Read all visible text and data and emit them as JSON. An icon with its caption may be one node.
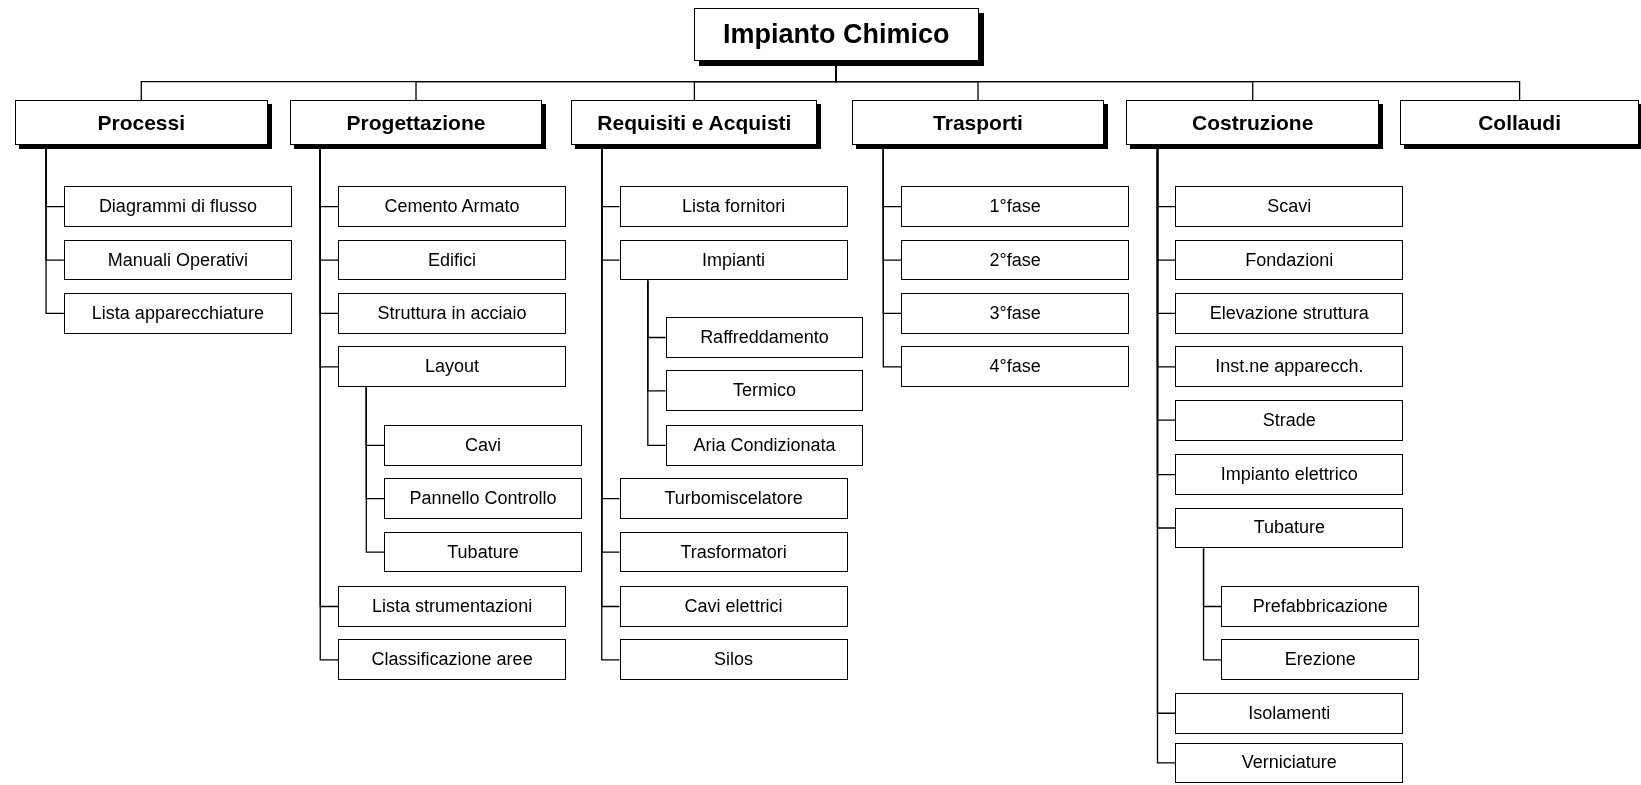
{
  "diagram": {
    "nodes": [
      {
        "text": [
          "Impianto Chimico"
        ]
      },
      {
        "text": [
          "Processi"
        ]
      },
      {
        "text": [
          "Progettazione"
        ]
      },
      {
        "text": [
          "Requisiti e Acquisti"
        ]
      },
      {
        "text": [
          "Trasporti"
        ]
      },
      {
        "text": [
          "Costruzione"
        ]
      },
      {
        "text": [
          "Collaudi"
        ]
      },
      {
        "text": [
          "Diagrammi di flusso"
        ]
      },
      {
        "text": [
          "Manuali Operativi"
        ]
      },
      {
        "text": [
          "Lista apparecchiature"
        ]
      },
      {
        "text": [
          "Cemento Armato"
        ]
      },
      {
        "text": [
          "Edifici"
        ]
      },
      {
        "text": [
          "Struttura in acciaio"
        ]
      },
      {
        "text": [
          "Layout"
        ]
      },
      {
        "text": [
          "Cavi"
        ]
      },
      {
        "text": [
          "Pannello Controllo"
        ]
      },
      {
        "text": [
          "Tubature"
        ]
      },
      {
        "text": [
          "Lista strumentazioni"
        ]
      },
      {
        "text": [
          "Classificazione aree"
        ]
      },
      {
        "text": [
          "Lista fornitori"
        ]
      },
      {
        "text": [
          "Impianti"
        ]
      },
      {
        "text": [
          "Raffreddamento"
        ]
      },
      {
        "text": [
          "Termico"
        ]
      },
      {
        "text": [
          "Aria Condizionata"
        ]
      },
      {
        "text": [
          "Turbomiscelatore"
        ]
      },
      {
        "text": [
          "Trasformatori"
        ]
      },
      {
        "text": [
          "Cavi elettrici"
        ]
      },
      {
        "text": [
          "Silos"
        ]
      },
      {
        "text": [
          "1°fase"
        ]
      },
      {
        "text": [
          "2°fase"
        ]
      },
      {
        "text": [
          "3°fase"
        ]
      },
      {
        "text": [
          "4°fase"
        ]
      },
      {
        "text": [
          "Scavi"
        ]
      },
      {
        "text": [
          "Fondazioni"
        ]
      },
      {
        "text": [
          "Elevazione struttura"
        ]
      },
      {
        "text": [
          "Inst.ne apparecch."
        ]
      },
      {
        "text": [
          "Strade"
        ]
      },
      {
        "text": [
          "Impianto elettrico"
        ]
      },
      {
        "text": [
          "Tubature"
        ]
      },
      {
        "text": [
          "Prefabbricazione"
        ]
      },
      {
        "text": [
          "Erezione"
        ]
      },
      {
        "text": [
          "Isolamenti"
        ]
      },
      {
        "text": [
          "Verniciature"
        ]
      }
    ],
    "edges": [
      {
        "from": 0,
        "to": 1,
        "arrow": "none"
      },
      {
        "from": 0,
        "to": 2,
        "arrow": "none"
      },
      {
        "from": 0,
        "to": 3,
        "arrow": "none"
      },
      {
        "from": 0,
        "to": 4,
        "arrow": "none"
      },
      {
        "from": 0,
        "to": 5,
        "arrow": "none"
      },
      {
        "from": 0,
        "to": 6,
        "arrow": "none"
      },
      {
        "from": 1,
        "to": 7,
        "arrow": "none"
      },
      {
        "from": 1,
        "to": 8,
        "arrow": "none"
      },
      {
        "from": 1,
        "to": 9,
        "arrow": "none"
      },
      {
        "from": 2,
        "to": 10,
        "arrow": "none"
      },
      {
        "from": 2,
        "to": 11,
        "arrow": "none"
      },
      {
        "from": 2,
        "to": 12,
        "arrow": "none"
      },
      {
        "from": 2,
        "to": 13,
        "arrow": "none"
      },
      {
        "from": 13,
        "to": 14,
        "arrow": "none"
      },
      {
        "from": 13,
        "to": 15,
        "arrow": "none"
      },
      {
        "from": 13,
        "to": 16,
        "arrow": "none"
      },
      {
        "from": 2,
        "to": 17,
        "arrow": "none"
      },
      {
        "from": 2,
        "to": 18,
        "arrow": "none"
      },
      {
        "from": 3,
        "to": 19,
        "arrow": "none"
      },
      {
        "from": 3,
        "to": 20,
        "arrow": "none"
      },
      {
        "from": 20,
        "to": 21,
        "arrow": "none"
      },
      {
        "from": 20,
        "to": 22,
        "arrow": "none"
      },
      {
        "from": 20,
        "to": 23,
        "arrow": "none"
      },
      {
        "from": 3,
        "to": 24,
        "arrow": "none"
      },
      {
        "from": 3,
        "to": 25,
        "arrow": "none"
      },
      {
        "from": 3,
        "to": 26,
        "arrow": "none"
      },
      {
        "from": 3,
        "to": 27,
        "arrow": "none"
      },
      {
        "from": 4,
        "to": 28,
        "arrow": "none"
      },
      {
        "from": 4,
        "to": 29,
        "arrow": "none"
      },
      {
        "from": 4,
        "to": 30,
        "arrow": "none"
      },
      {
        "from": 4,
        "to": 31,
        "arrow": "none"
      },
      {
        "from": 5,
        "to": 32,
        "arrow": "none"
      },
      {
        "from": 5,
        "to": 33,
        "arrow": "none"
      },
      {
        "from": 5,
        "to": 34,
        "arrow": "none"
      },
      {
        "from": 5,
        "to": 35,
        "arrow": "none"
      },
      {
        "from": 5,
        "to": 36,
        "arrow": "none"
      },
      {
        "from": 5,
        "to": 37,
        "arrow": "none"
      },
      {
        "from": 5,
        "to": 38,
        "arrow": "none"
      },
      {
        "from": 38,
        "to": 39,
        "arrow": "none"
      },
      {
        "from": 38,
        "to": 40,
        "arrow": "none"
      },
      {
        "from": 5,
        "to": 41,
        "arrow": "none"
      },
      {
        "from": 5,
        "to": 42,
        "arrow": "none"
      }
    ]
  }
}
